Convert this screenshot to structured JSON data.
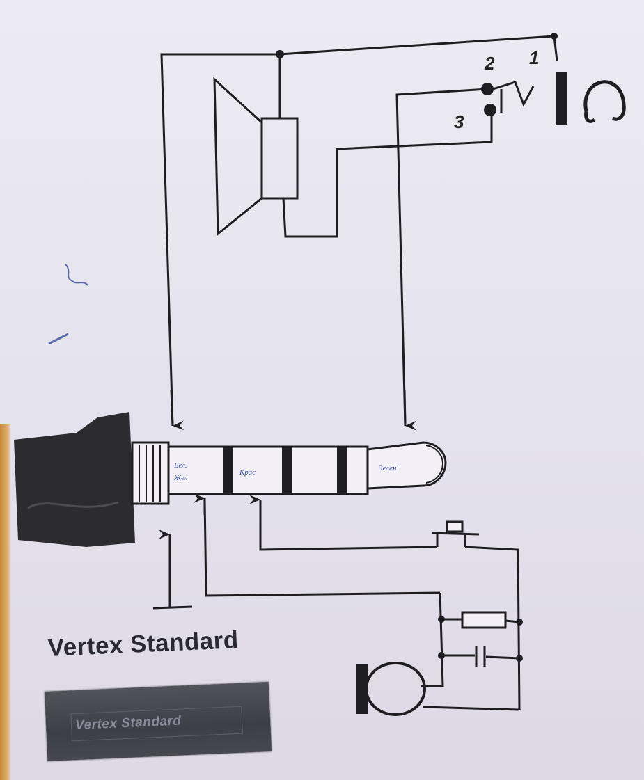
{
  "diagram": {
    "brand_heading": "Vertex Standard",
    "badge_label": "Vertex Standard",
    "jack_pins": [
      "1",
      "2",
      "3"
    ],
    "plug_segments": [
      "Бел.\nЖел",
      "Крас",
      "Зелен"
    ]
  },
  "colors": {
    "ink": "#1e1e22",
    "paper": "#e8e6ef",
    "badge": "#45454d",
    "handwriting": "#3a4a9a"
  },
  "icons": [
    "speaker-icon",
    "headphones-icon",
    "microphone-icon",
    "ground-icon",
    "push-button-switch-icon",
    "resistor-icon",
    "capacitor-icon"
  ]
}
